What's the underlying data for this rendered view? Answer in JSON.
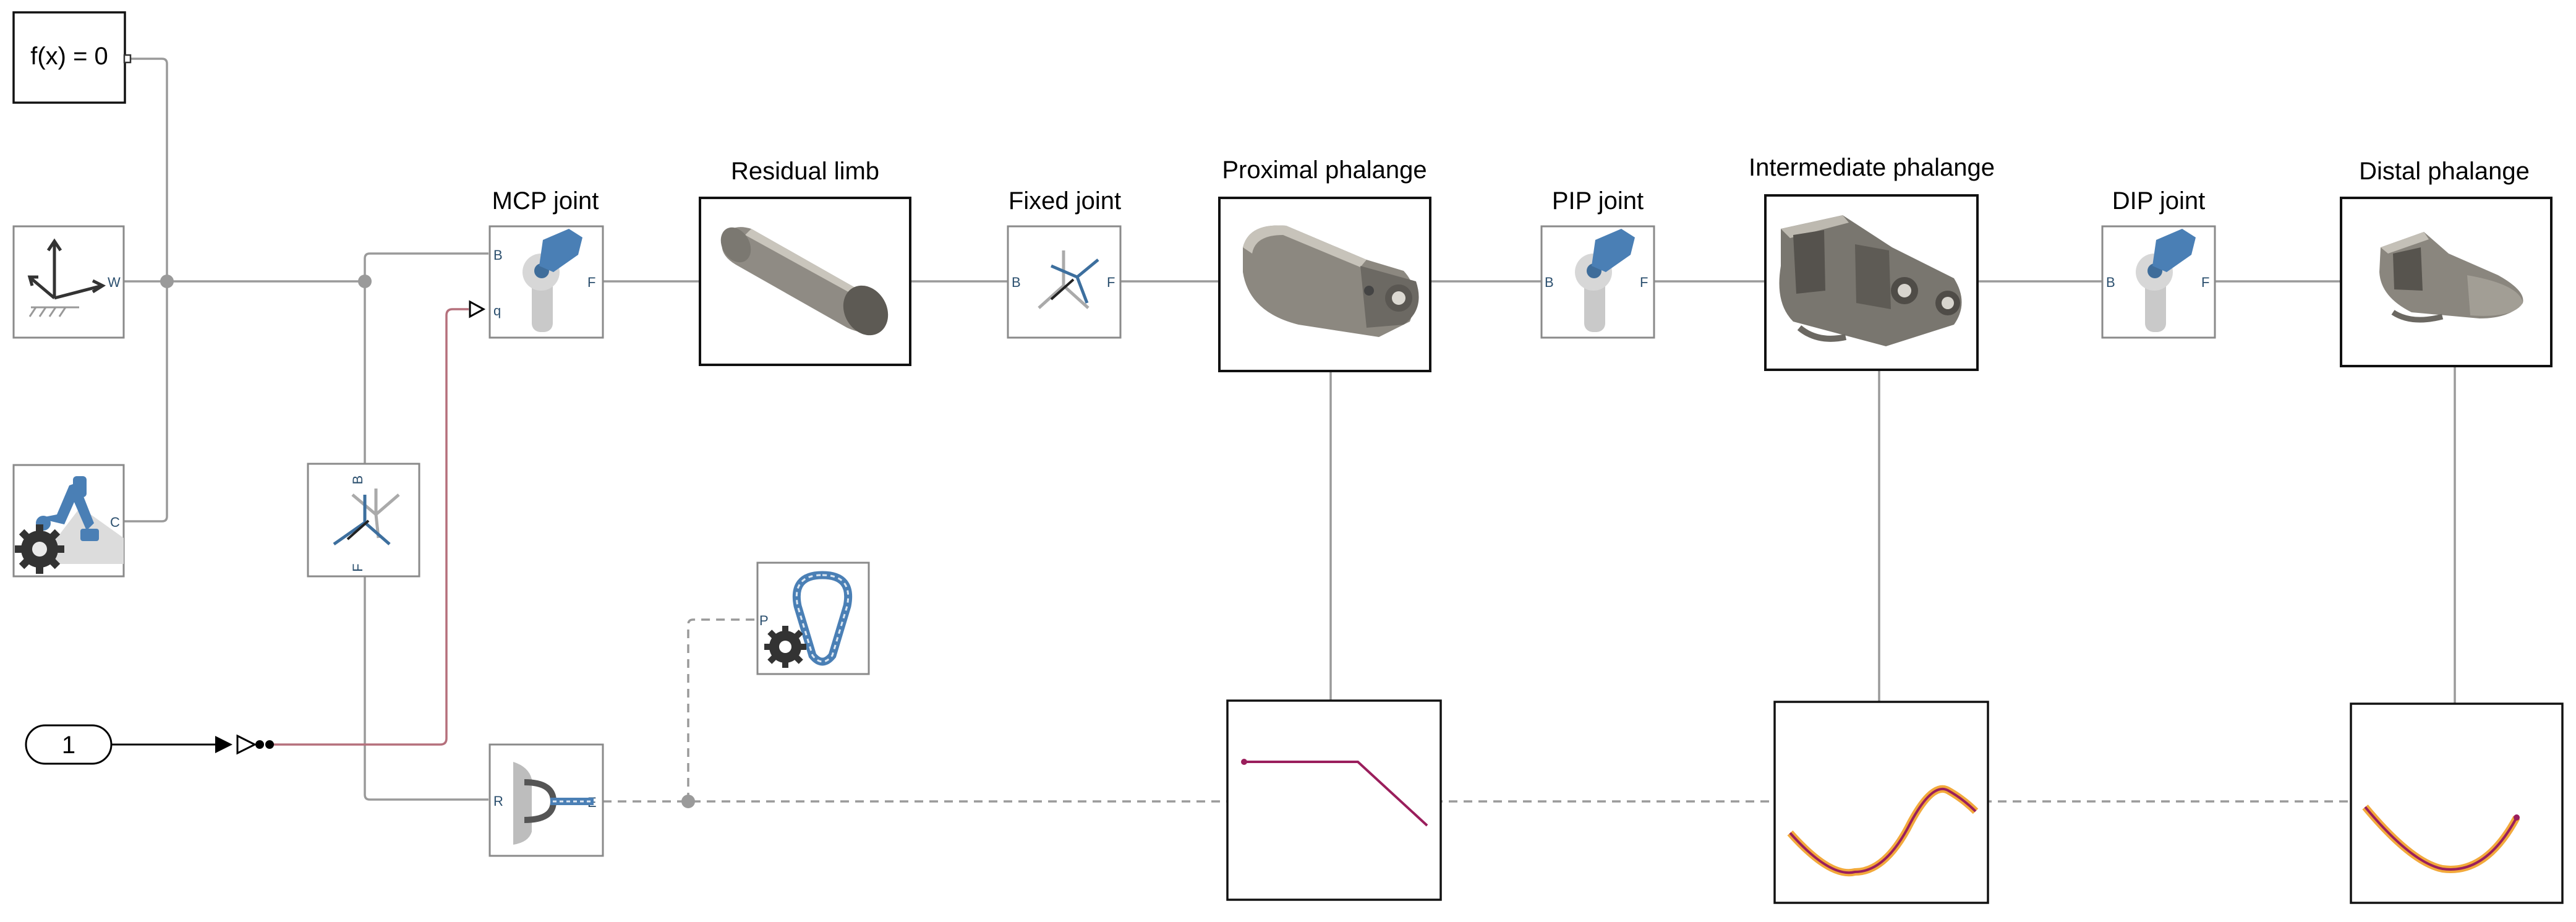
{
  "blocks": {
    "solver": {
      "label": "f(x) = 0"
    },
    "world_frame": {
      "port_w": "W"
    },
    "mech_config": {
      "port_c": "C"
    },
    "transform_bf": {
      "port_b": "B",
      "port_f": "F"
    },
    "mcp_joint": {
      "title": "MCP joint",
      "port_b": "B",
      "port_f": "F",
      "port_q": "q"
    },
    "residual_limb": {
      "title": "Residual limb"
    },
    "fixed_joint": {
      "title": "Fixed joint",
      "port_b": "B",
      "port_f": "F"
    },
    "proximal_phalange": {
      "title": "Proximal phalange"
    },
    "pip_joint": {
      "title": "PIP joint",
      "port_b": "B",
      "port_f": "F"
    },
    "intermediate_phalange": {
      "title": "Intermediate phalange"
    },
    "dip_joint": {
      "title": "DIP joint",
      "port_b": "B",
      "port_f": "F"
    },
    "distal_phalange": {
      "title": "Distal phalange"
    },
    "inport": {
      "label": "1"
    },
    "cable_spool": {
      "port_r": "R",
      "port_e": "E"
    },
    "cable_props": {
      "port_p": "P"
    }
  },
  "colors": {
    "wire": "#9a9a9a",
    "signal_wire": "#b5707c",
    "cable_icon": "#4a7fb5",
    "plot_curve": "#9a1e5c",
    "plot_highlight": "#f2a93b"
  }
}
